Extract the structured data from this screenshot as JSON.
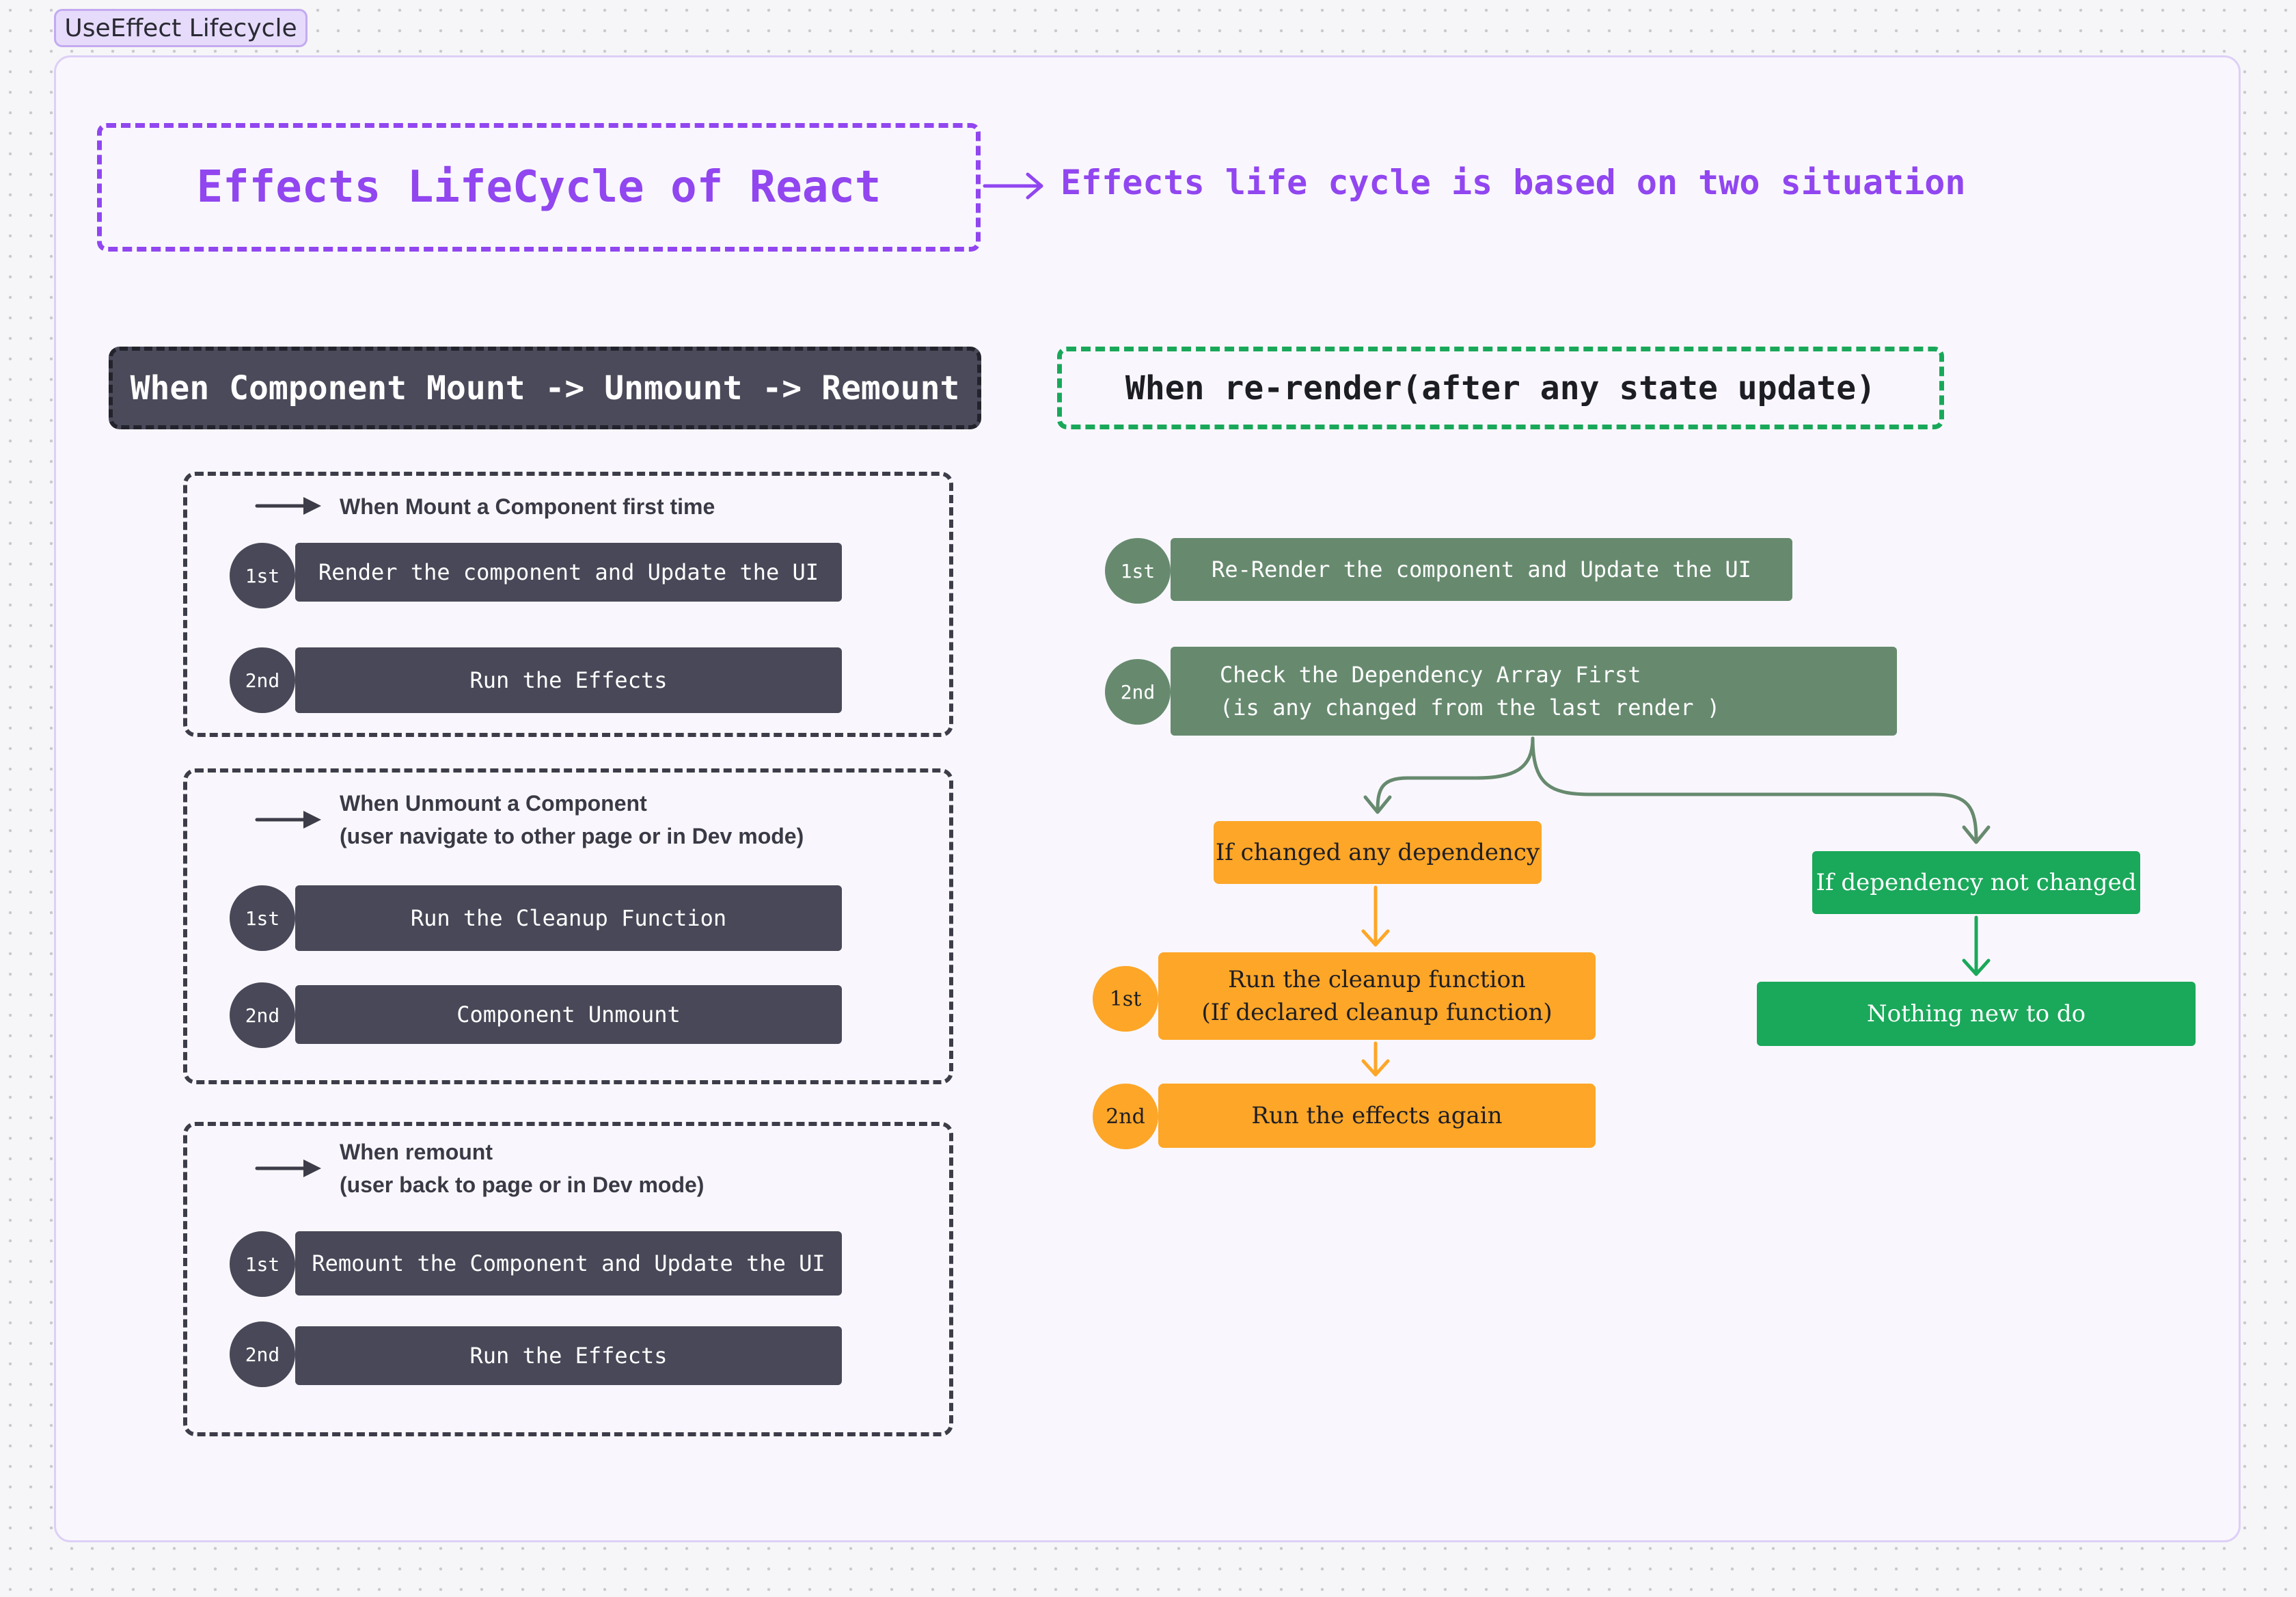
{
  "frame": {
    "label": "UseEffect Lifecycle"
  },
  "header": {
    "title": "Effects LifeCycle of React",
    "note": "Effects life cycle is based on two situation"
  },
  "mount_section": {
    "heading": "When Component Mount -> Unmount -> Remount",
    "groups": [
      {
        "label_lines": [
          "When Mount a Component first time"
        ],
        "steps": [
          {
            "badge": "1st",
            "text": "Render the component and Update the UI"
          },
          {
            "badge": "2nd",
            "text": "Run the Effects"
          }
        ]
      },
      {
        "label_lines": [
          "When Unmount a Component",
          "(user navigate to other page or in Dev mode)"
        ],
        "steps": [
          {
            "badge": "1st",
            "text": "Run the Cleanup Function"
          },
          {
            "badge": "2nd",
            "text": "Component Unmount"
          }
        ]
      },
      {
        "label_lines": [
          "When remount",
          "(user back to page or in Dev mode)"
        ],
        "steps": [
          {
            "badge": "1st",
            "text": "Remount the Component and Update the UI"
          },
          {
            "badge": "2nd",
            "text": "Run the Effects"
          }
        ]
      }
    ]
  },
  "rerender_section": {
    "heading": "When re-render(after any state update)",
    "steps": [
      {
        "badge": "1st",
        "lines": [
          "Re-Render the component and Update the UI"
        ]
      },
      {
        "badge": "2nd",
        "lines": [
          "Check the Dependency Array First",
          "(is any changed from the last render )"
        ]
      }
    ],
    "changed_branch": {
      "condition": "If  changed any dependency",
      "steps": [
        {
          "badge": "1st",
          "lines": [
            "Run the cleanup function",
            "(If declared cleanup function)"
          ]
        },
        {
          "badge": "2nd",
          "lines": [
            "Run the effects again"
          ]
        }
      ]
    },
    "unchanged_branch": {
      "condition": "If dependency not changed",
      "result": "Nothing new to do"
    }
  },
  "colors": {
    "purple": "#9146f0",
    "dark": "#484858",
    "sage": "#678a6f",
    "orange": "#fda628",
    "green": "#1aa85a"
  }
}
